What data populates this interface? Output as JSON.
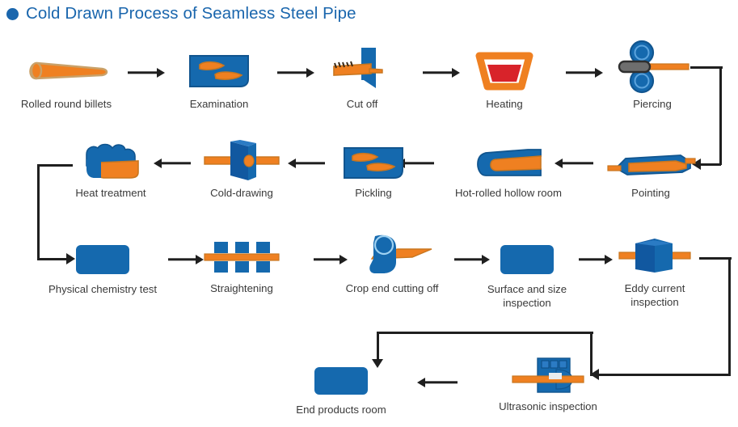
{
  "title": {
    "bullet": "bullet-dot",
    "text": "Cold Drawn Process of Seamless Steel Pipe"
  },
  "colors": {
    "title_blue": "#1a66ad",
    "node_blue": "#1569ae",
    "node_blue_dark": "#11558f",
    "pipe_orange": "#ef8021",
    "pipe_orange_dark": "#c9761f",
    "heat_red": "#d8232a",
    "arrow_black": "#1f1f1f",
    "label_gray": "#3a3a3a",
    "mandrel_gray": "#6e6e6e"
  },
  "flow": {
    "rows": [
      {
        "name": "row-1",
        "direction": "left-to-right",
        "steps": [
          {
            "id": "rolled-round-billets",
            "label": "Rolled round billets",
            "icon": "billet-cone-icon"
          },
          {
            "id": "examination",
            "label": "Examination",
            "icon": "examination-tray-icon"
          },
          {
            "id": "cut-off",
            "label": "Cut off",
            "icon": "cut-off-saw-icon"
          },
          {
            "id": "heating",
            "label": "Heating",
            "icon": "heating-furnace-icon"
          },
          {
            "id": "piercing",
            "label": "Piercing",
            "icon": "piercing-rollers-icon"
          }
        ]
      },
      {
        "name": "row-2",
        "direction": "right-to-left",
        "steps": [
          {
            "id": "heat-treatment",
            "label": "Heat treatment",
            "icon": "heat-treatment-furnace-icon"
          },
          {
            "id": "cold-drawing",
            "label": "Cold-drawing",
            "icon": "cold-drawing-die-icon"
          },
          {
            "id": "pickling",
            "label": "Pickling",
            "icon": "pickling-tank-icon"
          },
          {
            "id": "hot-rolled-hollow-room",
            "label": "Hot-rolled hollow room",
            "icon": "hollow-billet-icon"
          },
          {
            "id": "pointing",
            "label": "Pointing",
            "icon": "pointing-machine-icon"
          }
        ]
      },
      {
        "name": "row-3",
        "direction": "left-to-right",
        "steps": [
          {
            "id": "physical-chemistry-test",
            "label": "Physical chemistry test",
            "icon": "test-room-box-icon"
          },
          {
            "id": "straightening",
            "label": "Straightening",
            "icon": "straightening-rollers-icon"
          },
          {
            "id": "crop-end-cutting-off",
            "label": "Crop end cutting off",
            "icon": "crop-end-cutter-icon"
          },
          {
            "id": "surface-and-size-inspection",
            "label": "Surface and size\ninspection",
            "icon": "inspection-box-icon"
          },
          {
            "id": "eddy-current-inspection",
            "label": "Eddy current\ninspection",
            "icon": "eddy-current-coil-icon"
          }
        ]
      },
      {
        "name": "row-4",
        "direction": "right-to-left",
        "steps": [
          {
            "id": "ultrasonic-inspection",
            "label": "Ultrasonic inspection",
            "icon": "ultrasonic-probe-icon"
          },
          {
            "id": "end-products-room",
            "label": "End products room",
            "icon": "end-products-box-icon"
          }
        ]
      }
    ],
    "connectors": [
      {
        "id": "arrow-billets-to-examination",
        "type": "straight-right"
      },
      {
        "id": "arrow-examination-to-cut-off",
        "type": "straight-right"
      },
      {
        "id": "arrow-cut-off-to-heating",
        "type": "straight-right"
      },
      {
        "id": "arrow-heating-to-piercing",
        "type": "straight-right"
      },
      {
        "id": "elbow-piercing-to-pointing",
        "type": "elbow-right-down-left"
      },
      {
        "id": "arrow-pointing-to-hollow-room",
        "type": "straight-left"
      },
      {
        "id": "arrow-hollow-room-to-pickling",
        "type": "straight-left"
      },
      {
        "id": "arrow-pickling-to-cold-drawing",
        "type": "straight-left"
      },
      {
        "id": "arrow-cold-drawing-to-heat-treatment",
        "type": "straight-left"
      },
      {
        "id": "elbow-heat-treatment-to-physical-test",
        "type": "elbow-left-down-right"
      },
      {
        "id": "arrow-physical-test-to-straightening",
        "type": "straight-right"
      },
      {
        "id": "arrow-straightening-to-crop-end",
        "type": "straight-right"
      },
      {
        "id": "arrow-crop-end-to-surface-inspection",
        "type": "straight-right"
      },
      {
        "id": "arrow-surface-to-eddy-current",
        "type": "straight-right"
      },
      {
        "id": "elbow-eddy-current-to-ultrasonic",
        "type": "elbow-right-down-left"
      },
      {
        "id": "elbow-ultrasonic-to-end-products",
        "type": "elbow-up-left-down"
      },
      {
        "id": "arrow-ultrasonic-to-end-products",
        "type": "straight-left"
      }
    ]
  }
}
